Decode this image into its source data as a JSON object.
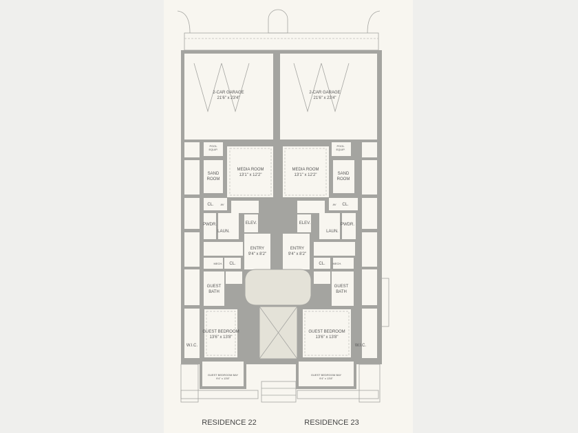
{
  "colors": {
    "paper": "#f8f6f0",
    "wall": "#a4a4a0",
    "court": "#e4e2d8",
    "background": "#efefed"
  },
  "residences": [
    {
      "title": "RESIDENCE 22",
      "garage": {
        "name": "2-CAR GARAGE",
        "dims": "21'6\" x 23'4\""
      },
      "pool_equip": [
        "POOL",
        "EQUIP."
      ],
      "media": {
        "name": "MEDIA ROOM",
        "dims": "13'1\" x 12'2\""
      },
      "sand": [
        "SAND",
        "ROOM"
      ],
      "cl": "CL.",
      "av": "AV",
      "pwdr": "PWDR.",
      "laun": "LAUN.",
      "elev": "ELEV.",
      "entry": {
        "name": "ENTRY",
        "dims": "9'4\" x 8'2\""
      },
      "mech": "MECH.",
      "cl2": "CL.",
      "guest_bath": [
        "GUEST",
        "BATH"
      ],
      "bedroom": {
        "name": "GUEST BEDROOM",
        "dims": "13'6\" x 13'8\""
      },
      "wic": "W.I.C.",
      "bay": {
        "name": "GUEST BEDROOM BAY",
        "dims": "9'4\" x 13'8\""
      }
    },
    {
      "title": "RESIDENCE 23",
      "garage": {
        "name": "2-CAR GARAGE",
        "dims": "21'6\" x 23'4\""
      },
      "pool_equip": [
        "POOL",
        "EQUIP."
      ],
      "media": {
        "name": "MEDIA ROOM",
        "dims": "13'1\" x 12'2\""
      },
      "sand": [
        "SAND",
        "ROOM"
      ],
      "cl": "CL.",
      "av": "AV",
      "pwdr": "PWDR.",
      "laun": "LAUN.",
      "elev": "ELEV.",
      "entry": {
        "name": "ENTRY",
        "dims": "9'4\" x 8'2\""
      },
      "mech": "MECH.",
      "cl2": "CL.",
      "guest_bath": [
        "GUEST",
        "BATH"
      ],
      "bedroom": {
        "name": "GUEST BEDROOM",
        "dims": "13'6\" x 13'8\""
      },
      "wic": "W.I.C.",
      "bay": {
        "name": "GUEST BEDROOM BAY",
        "dims": "9'4\" x 13'8\""
      }
    }
  ]
}
